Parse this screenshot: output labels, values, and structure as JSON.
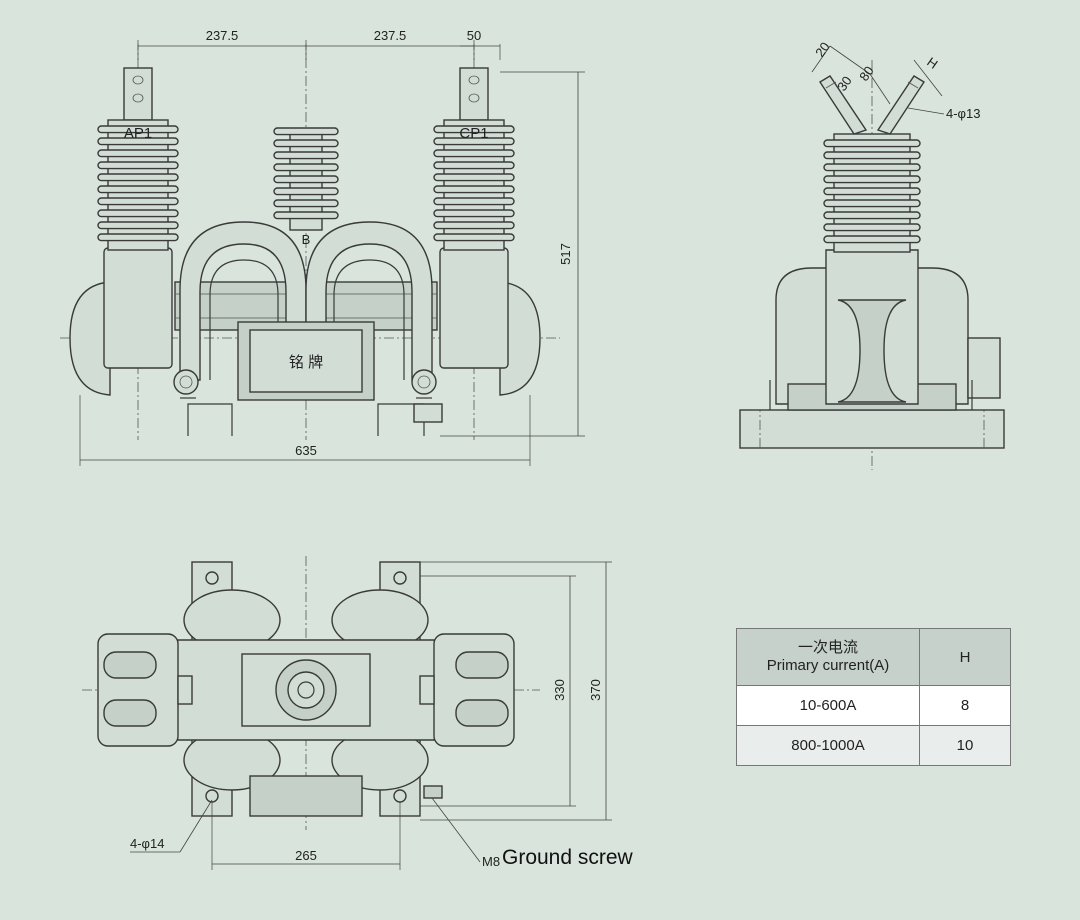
{
  "front_view": {
    "dims": {
      "left_span": "237.5",
      "right_span": "237.5",
      "terminal_width": "50",
      "overall_width": "635",
      "overall_height": "517"
    },
    "labels": {
      "bushing_a": "AP1",
      "bushing_c": "CP1",
      "center_b": "B",
      "nameplate": "铭  牌"
    }
  },
  "side_view": {
    "dims": {
      "d20": "20",
      "d30": "30",
      "d80": "80",
      "dH": "H",
      "holes": "4-φ13"
    }
  },
  "top_view": {
    "dims": {
      "inner_height": "330",
      "outer_height": "370",
      "mount_spacing": "265",
      "holes": "4-φ14",
      "screw_size": "M8",
      "screw_label": "Ground screw"
    }
  },
  "table": {
    "header_col1_line1": "一次电流",
    "header_col1_line2": "Primary current(A)",
    "header_col2": "H",
    "rows": [
      {
        "current": "10-600A",
        "h": "8"
      },
      {
        "current": "800-1000A",
        "h": "10"
      }
    ]
  }
}
